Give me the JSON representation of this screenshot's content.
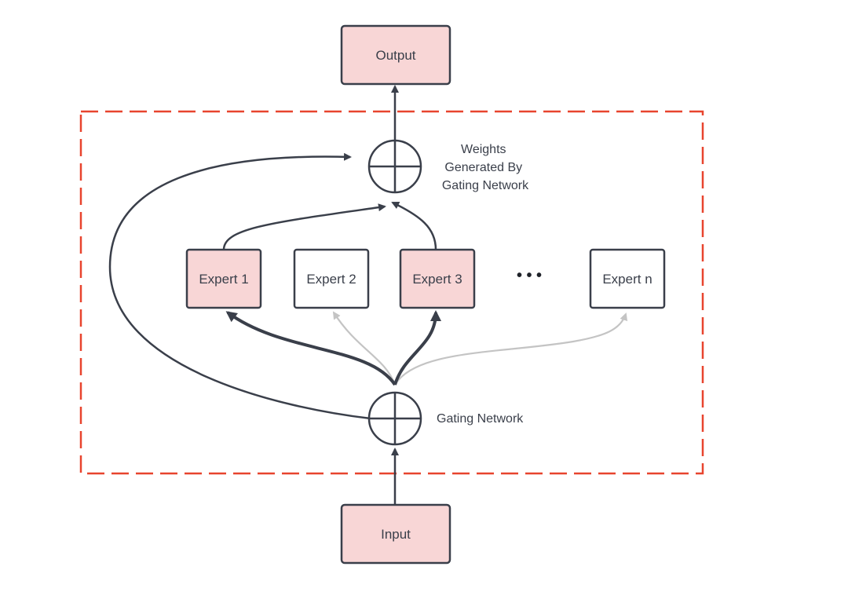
{
  "colors": {
    "highlight_fill": "#f8d6d6",
    "plain_fill": "#ffffff",
    "stroke": "#3a3f4a",
    "muted_arrow": "#c4c4c4",
    "boundary": "#e8442e"
  },
  "nodes": {
    "output": {
      "label": "Output"
    },
    "input": {
      "label": "Input"
    },
    "expert_1": {
      "label": "Expert 1",
      "active": true
    },
    "expert_2": {
      "label": "Expert 2",
      "active": false
    },
    "expert_3": {
      "label": "Expert 3",
      "active": true
    },
    "expert_n": {
      "label": "Expert n",
      "active": false
    },
    "ellipsis": {
      "label": "• • •"
    }
  },
  "annotations": {
    "weights_lines": [
      "Weights",
      "Generated By",
      "Gating Network"
    ],
    "gating_network": "Gating Network"
  }
}
